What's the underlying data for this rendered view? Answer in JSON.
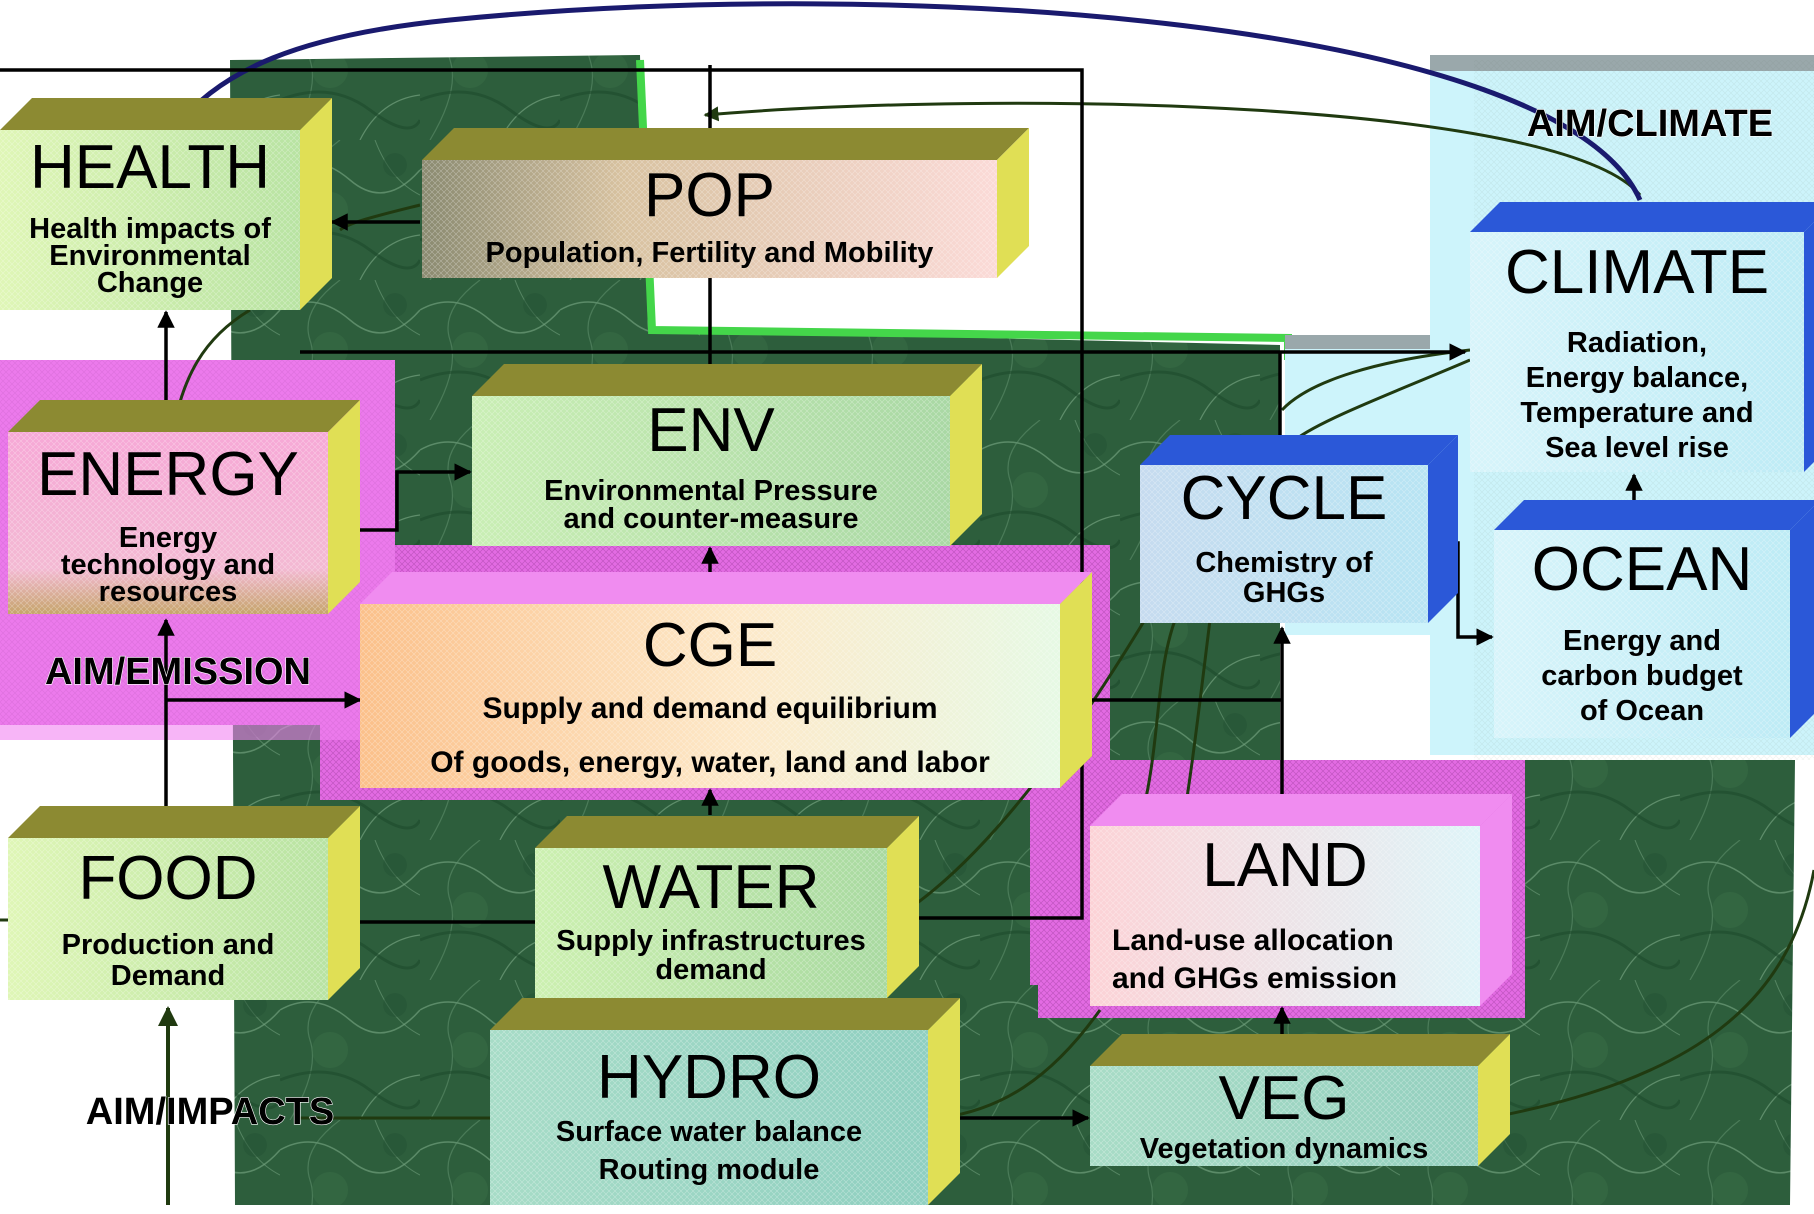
{
  "colors": {
    "green_background": "#2d5e3c",
    "emission_region": "#ee77ee",
    "climate_region": "#cdf4fb",
    "box_top": "#8c8a32",
    "box_side": "#e0df55",
    "cycle_frame": "#2b58d8",
    "arrow": "#000000"
  },
  "regions": {
    "aim_climate": "AIM/CLIMATE",
    "aim_emission": "AIM/EMISSION",
    "aim_impacts": "AIM/IMPACTS"
  },
  "modules": {
    "health": {
      "title": "HEALTH",
      "lines": [
        "Health impacts of",
        "Environmental",
        "Change"
      ]
    },
    "pop": {
      "title": "POP",
      "lines": [
        "Population, Fertility and Mobility"
      ]
    },
    "energy": {
      "title": "ENERGY",
      "lines": [
        "Energy",
        "technology and",
        "resources"
      ]
    },
    "env": {
      "title": "ENV",
      "lines": [
        "Environmental Pressure",
        "and counter-measure"
      ]
    },
    "cge": {
      "title": "CGE",
      "lines": [
        "Supply and demand equilibrium",
        "Of goods, energy, water, land and labor"
      ]
    },
    "food": {
      "title": "FOOD",
      "lines": [
        "Production and",
        "Demand"
      ]
    },
    "water": {
      "title": "WATER",
      "lines": [
        "Supply infrastructures",
        "demand"
      ]
    },
    "hydro": {
      "title": "HYDRO",
      "lines": [
        "Surface water balance",
        "Routing module"
      ]
    },
    "land": {
      "title": "LAND",
      "lines": [
        "Land-use allocation",
        "and GHGs emission"
      ]
    },
    "veg": {
      "title": "VEG",
      "lines": [
        "Vegetation dynamics"
      ]
    },
    "cycle": {
      "title": "CYCLE",
      "lines": [
        "Chemistry of",
        "GHGs"
      ]
    },
    "climate": {
      "title": "CLIMATE",
      "lines": [
        "Radiation,",
        "Energy balance,",
        "Temperature and",
        "Sea level rise"
      ]
    },
    "ocean": {
      "title": "OCEAN",
      "lines": [
        "Energy and",
        "carbon budget",
        "of Ocean"
      ]
    }
  }
}
